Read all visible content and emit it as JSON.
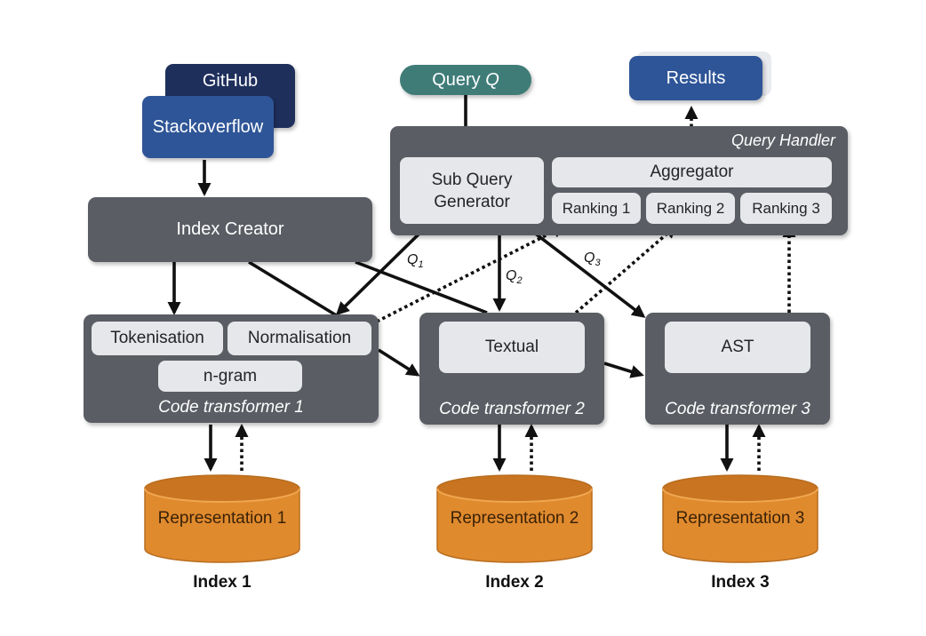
{
  "sources": {
    "back": "GitHub",
    "front": "Stackoverflow"
  },
  "query": {
    "text": "Query ",
    "var": "Q"
  },
  "results": "Results",
  "index_creator": "Index Creator",
  "query_handler": {
    "title": "Query Handler",
    "sub_query_generator": "Sub Query Generator",
    "aggregator": "Aggregator",
    "rankings": [
      "Ranking 1",
      "Ranking 2",
      "Ranking 3"
    ]
  },
  "subqueries": [
    {
      "letter": "Q",
      "sub": "1"
    },
    {
      "letter": "Q",
      "sub": "2"
    },
    {
      "letter": "Q",
      "sub": "3"
    }
  ],
  "transformers": [
    {
      "name": "Code transformer 1",
      "steps": [
        "Tokenisation",
        "Normalisation",
        "n-gram"
      ]
    },
    {
      "name": "Code transformer 2",
      "steps": [
        "Textual"
      ]
    },
    {
      "name": "Code transformer 3",
      "steps": [
        "AST"
      ]
    }
  ],
  "representations": [
    "Representation 1",
    "Representation 2",
    "Representation 3"
  ],
  "indexes": [
    "Index 1",
    "Index 2",
    "Index 3"
  ],
  "colors": {
    "panel": "#5a5d64",
    "chip": "#e6e7ea",
    "github": "#1e2f5c",
    "stackoverflow": "#2e5597",
    "query": "#3f7c78",
    "results": "#2e5597",
    "cylinder": "#e08a2e"
  }
}
